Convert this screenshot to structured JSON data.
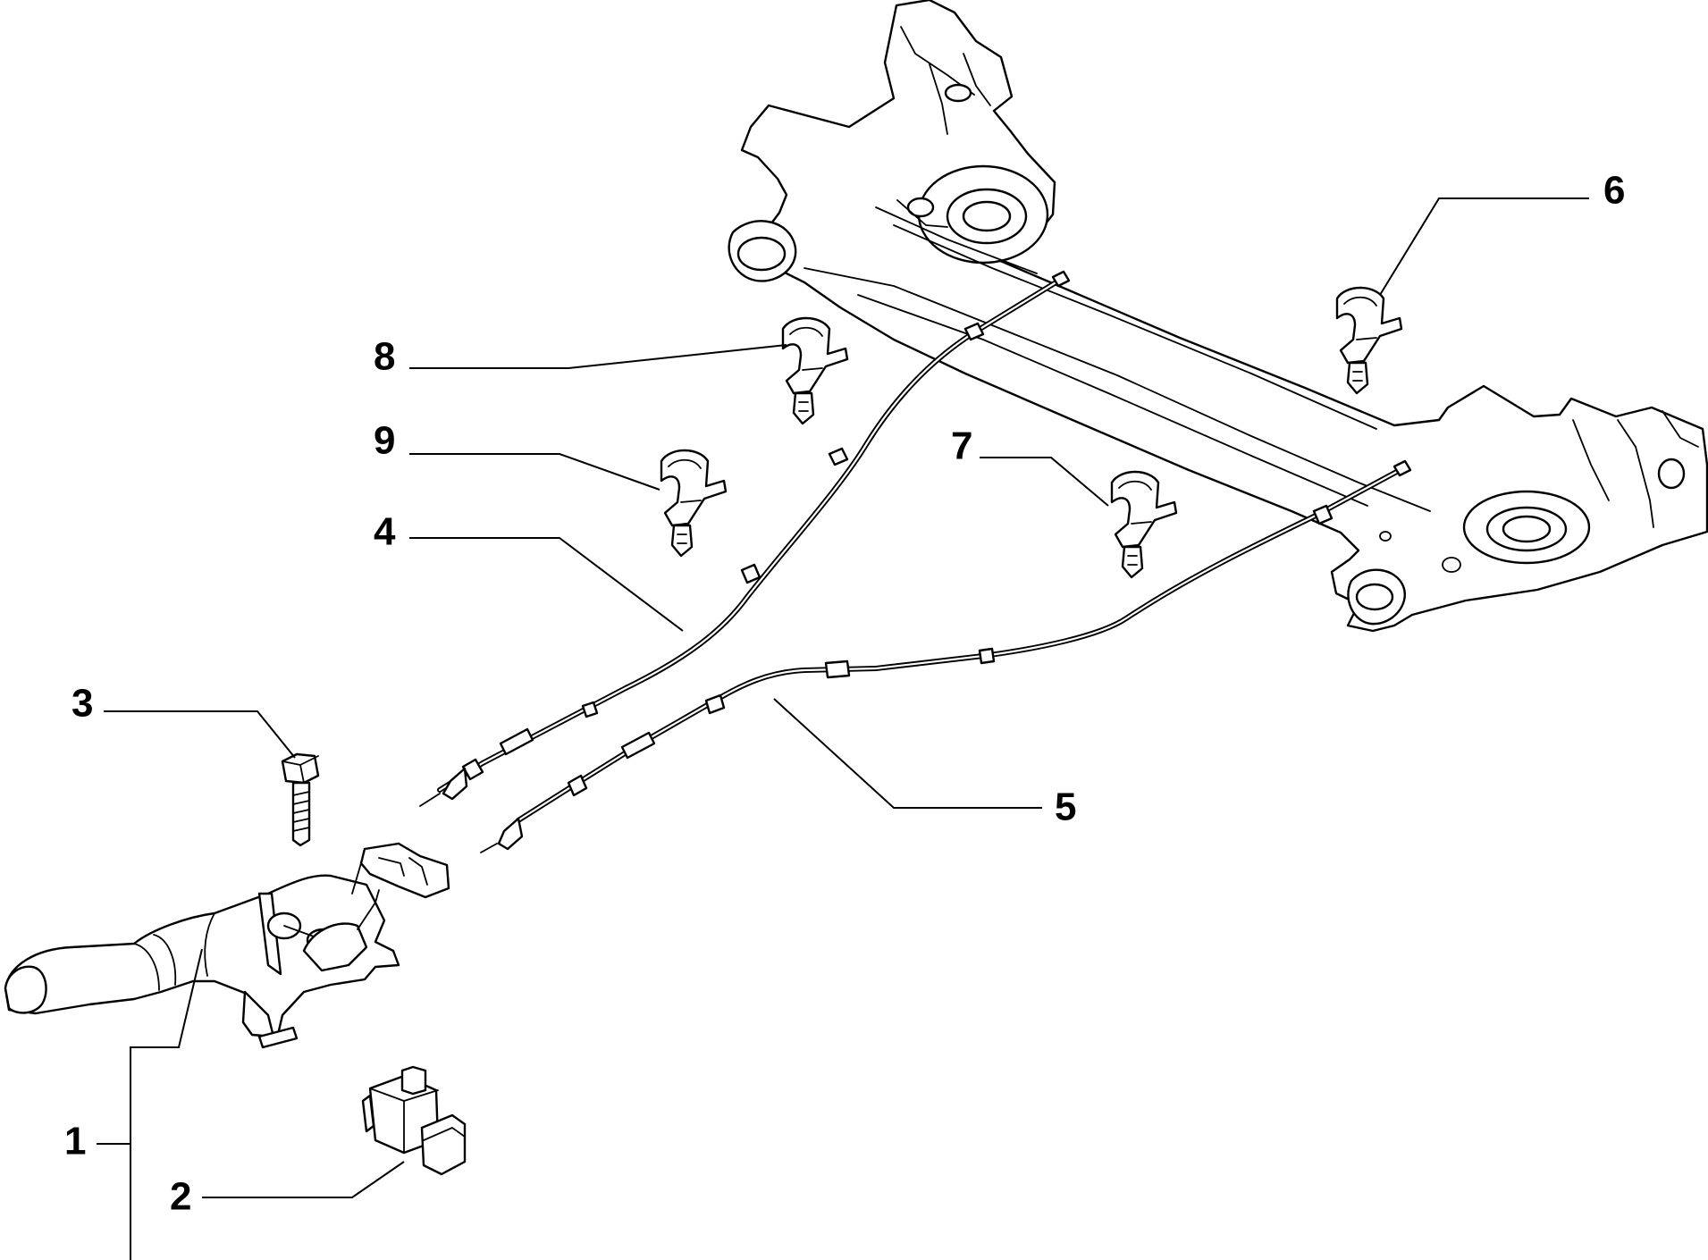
{
  "callouts": [
    {
      "id": "1",
      "label": "1",
      "part": "hand-brake-lever"
    },
    {
      "id": "2",
      "label": "2",
      "part": "switch"
    },
    {
      "id": "3",
      "label": "3",
      "part": "bolt"
    },
    {
      "id": "4",
      "label": "4",
      "part": "cable-left"
    },
    {
      "id": "5",
      "label": "5",
      "part": "cable-right"
    },
    {
      "id": "6",
      "label": "6",
      "part": "clip"
    },
    {
      "id": "7",
      "label": "7",
      "part": "clip"
    },
    {
      "id": "8",
      "label": "8",
      "part": "clip"
    },
    {
      "id": "9",
      "label": "9",
      "part": "clip"
    }
  ]
}
